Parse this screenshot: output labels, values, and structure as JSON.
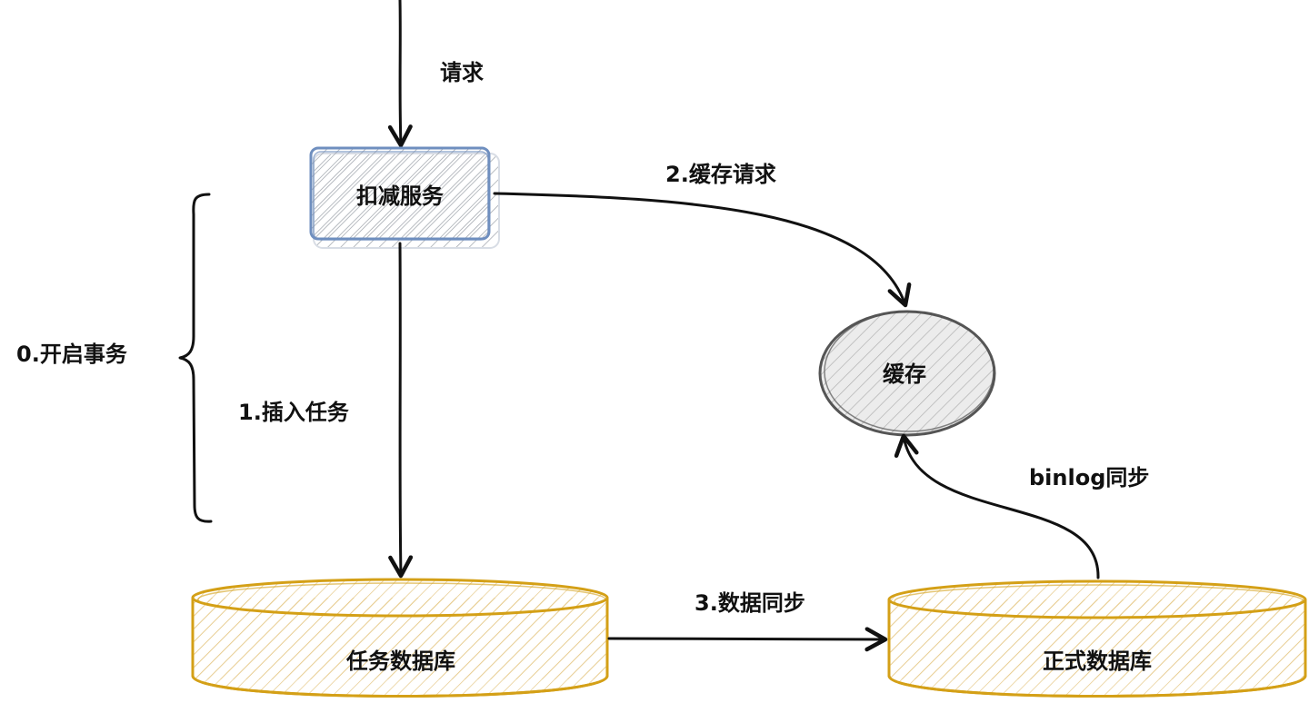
{
  "nodes": {
    "deduct_service": {
      "label": "扣减服务"
    },
    "cache": {
      "label": "缓存"
    },
    "task_db": {
      "label": "任务数据库"
    },
    "prod_db": {
      "label": "正式数据库"
    }
  },
  "edges": {
    "request": {
      "label": "请求"
    },
    "insert_task": {
      "label": "1.插入任务"
    },
    "cache_request": {
      "label": "2.缓存请求"
    },
    "data_sync": {
      "label": "3.数据同步"
    },
    "binlog_sync": {
      "label": "binlog同步"
    }
  },
  "brace": {
    "label": "0.开启事务"
  },
  "colors": {
    "ink": "#111111",
    "service_border": "#6f8fbf",
    "service_hatch": "#9aa0a8",
    "cache_border": "#555555",
    "cache_fill": "#e8e8e8",
    "db_border": "#d4a017",
    "db_hatch": "#e6c98a"
  }
}
